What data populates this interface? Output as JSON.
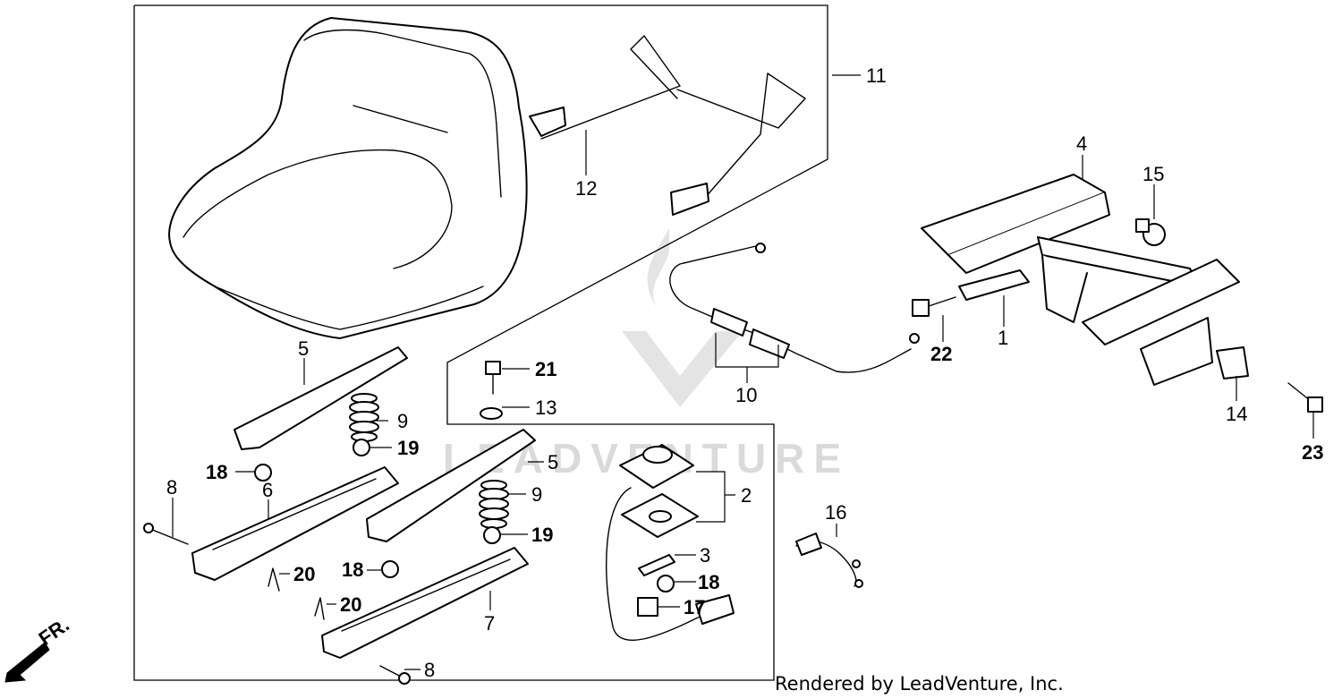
{
  "watermark": {
    "brand": "LEADVENTURE"
  },
  "footer": {
    "credit": "Rendered by LeadVenture, Inc."
  },
  "direction": {
    "label": "FR."
  },
  "callouts": {
    "c1": "1",
    "c2": "2",
    "c3": "3",
    "c4": "4",
    "c5a": "5",
    "c5b": "5",
    "c6": "6",
    "c7": "7",
    "c8a": "8",
    "c8b": "8",
    "c9a": "9",
    "c9b": "9",
    "c10": "10",
    "c11": "11",
    "c12": "12",
    "c13": "13",
    "c14": "14",
    "c15": "15",
    "c16": "16",
    "c17": "17",
    "c18a": "18",
    "c18b": "18",
    "c18c": "18",
    "c19a": "19",
    "c19b": "19",
    "c20a": "20",
    "c20b": "20",
    "c21": "21",
    "c22": "22",
    "c23": "23"
  }
}
